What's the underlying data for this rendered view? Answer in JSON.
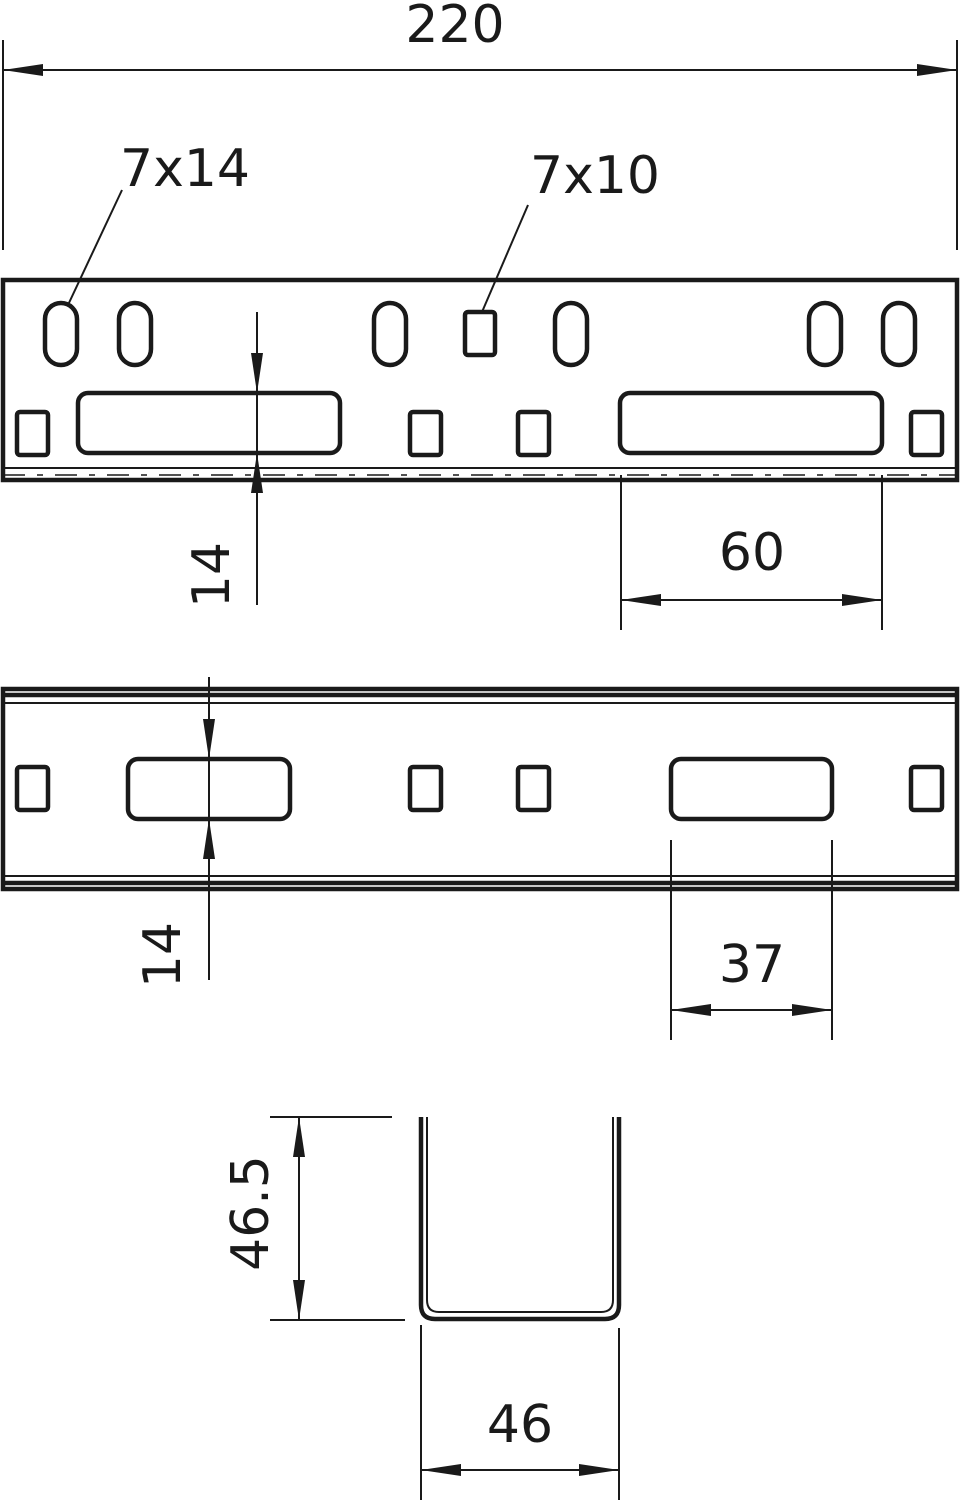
{
  "drawing": {
    "type": "technical-drawing",
    "subject": "U-profile bracket with slotted holes",
    "line_color": "#1a1a1a",
    "background": "#ffffff"
  },
  "views": {
    "top_view": {
      "overall_length": "220",
      "hole_label_oblong": "7x14",
      "hole_label_square": "7x10",
      "slot_height_dim": "14",
      "slot_length_dim": "60"
    },
    "side_view": {
      "slot_height_dim": "14",
      "slot_length_dim": "37"
    },
    "section_view": {
      "height_dim": "46.5",
      "width_dim": "46"
    }
  }
}
